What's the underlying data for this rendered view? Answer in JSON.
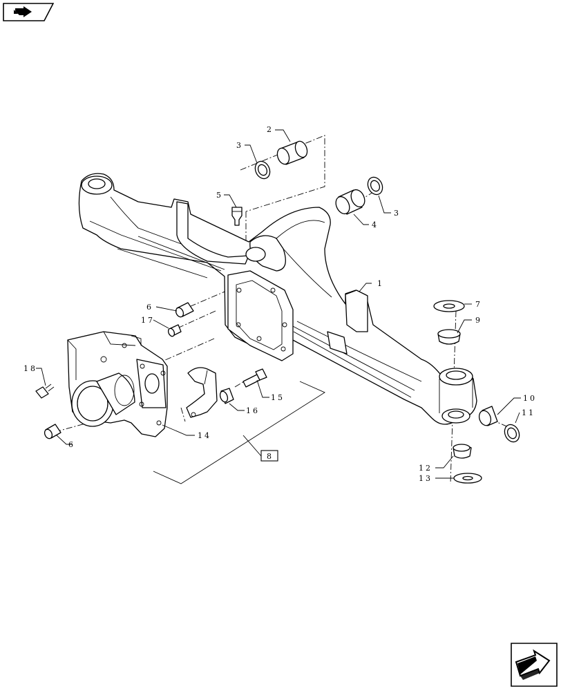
{
  "callouts": [
    {
      "id": "c1",
      "label": "1"
    },
    {
      "id": "c2",
      "label": "2"
    },
    {
      "id": "c3a",
      "label": "3"
    },
    {
      "id": "c3b",
      "label": "3"
    },
    {
      "id": "c4",
      "label": "4"
    },
    {
      "id": "c5",
      "label": "5"
    },
    {
      "id": "c6a",
      "label": "6"
    },
    {
      "id": "c6b",
      "label": "6"
    },
    {
      "id": "c7",
      "label": "7"
    },
    {
      "id": "c8",
      "label": "8"
    },
    {
      "id": "c9",
      "label": "9"
    },
    {
      "id": "c10",
      "label": "10"
    },
    {
      "id": "c11",
      "label": "11"
    },
    {
      "id": "c12",
      "label": "12"
    },
    {
      "id": "c13",
      "label": "13"
    },
    {
      "id": "c14",
      "label": "14"
    },
    {
      "id": "c15",
      "label": "15"
    },
    {
      "id": "c16",
      "label": "16"
    },
    {
      "id": "c17",
      "label": "17"
    },
    {
      "id": "c18",
      "label": "18"
    }
  ],
  "nav": {
    "back": {
      "icon": "arrow-back-icon"
    },
    "forward": {
      "icon": "arrow-forward-icon"
    }
  }
}
